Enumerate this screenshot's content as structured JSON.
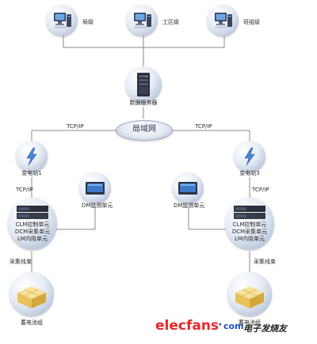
{
  "top_nodes": [
    {
      "id": "bureau",
      "label": "局级",
      "icon": "computer-icon"
    },
    {
      "id": "district",
      "label": "工区级",
      "icon": "computer-icon"
    },
    {
      "id": "team",
      "label": "班组级",
      "icon": "computer-icon"
    }
  ],
  "server": {
    "label": "数据服务器",
    "icon": "server-icon"
  },
  "lan": {
    "label": "局域网"
  },
  "links": {
    "tcp_left": "TCP/IP",
    "tcp_right": "TCP/IP",
    "tcp_left_sub": "TCP/IP",
    "tcp_right_sub": "TCP/IP"
  },
  "substations": [
    {
      "id": "sub1",
      "label": "变电站1",
      "icon": "lightning-icon"
    },
    {
      "id": "sub3",
      "label": "变电站3",
      "icon": "lightning-icon"
    }
  ],
  "monitors": [
    {
      "id": "dm-left",
      "label": "DM监测单元",
      "icon": "monitor-icon"
    },
    {
      "id": "dm-right",
      "label": "DM监测单元",
      "icon": "monitor-icon"
    }
  ],
  "units": {
    "lines": [
      "CLM控制单元",
      "DCM采集单元",
      "LM内阻单元"
    ]
  },
  "wire_label": "采集线束",
  "battery": {
    "left_label": "蓄电池组",
    "right_label": "蓄电池组",
    "icon": "battery-box-icon"
  },
  "watermark": {
    "brand": "elecfans",
    "dot": "·",
    "com": "com",
    "cn": "电子发烧友"
  },
  "colors": {
    "wire": "#8a8a8a",
    "accent": "#1a56c4",
    "brand_red": "#e8262a",
    "brand_blue": "#1d4fb8"
  }
}
